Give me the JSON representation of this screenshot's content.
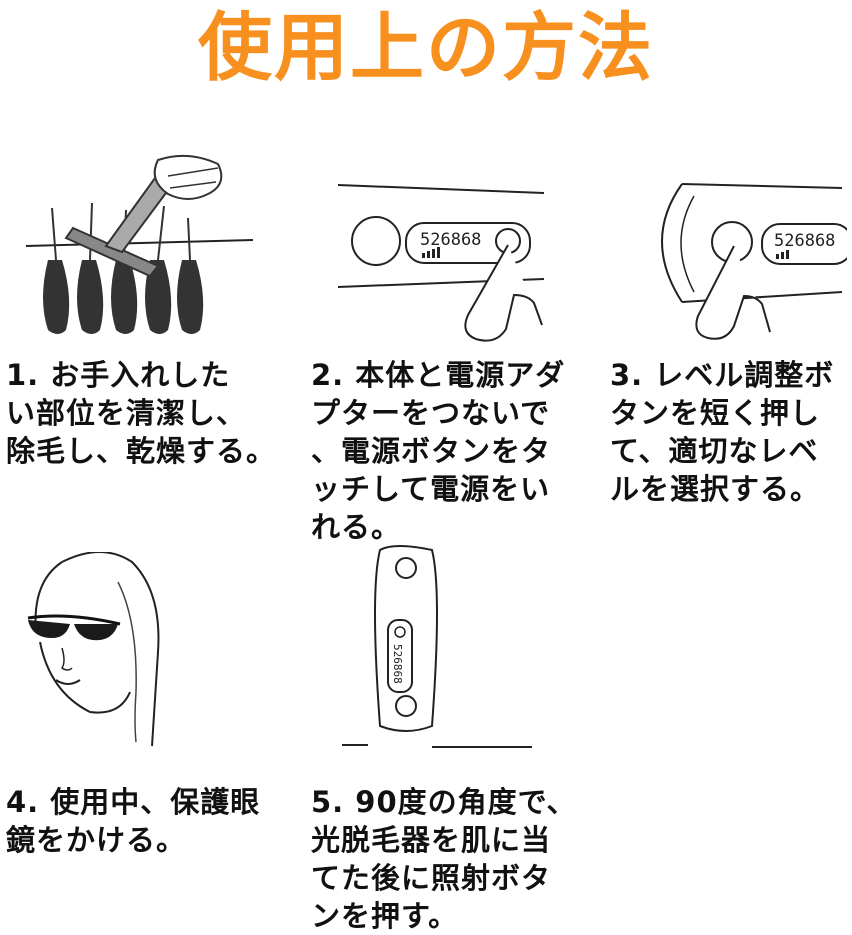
{
  "title": "使用上の方法",
  "steps": [
    {
      "text": "1. お手入れした\nい部位を清潔し、\n除毛し、乾燥する。"
    },
    {
      "text": "2. 本体と電源アダ\nプターをつないで\n、電源ボタンをタ\nッチして電源をい\nれる。"
    },
    {
      "text": "3. レベル調整ボ\nタンを短く押し\nて、適切なレベ\nルを選択する。"
    },
    {
      "text": "4. 使用中、保護眼\n鏡をかける。"
    },
    {
      "text": "5. 90度の角度で、\n光脱毛器を肌に当\nてた後に照射ボタ\nンを押す。"
    }
  ],
  "device": {
    "display": "526868"
  },
  "colors": {
    "title": "#f7901e",
    "text": "#111111",
    "lens": "#1a1a1a"
  }
}
